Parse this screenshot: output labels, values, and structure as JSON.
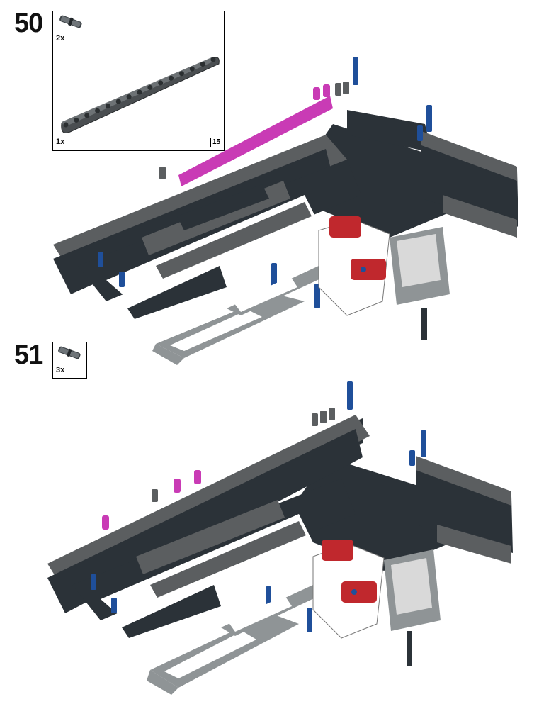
{
  "steps": [
    {
      "number": "50",
      "parts": [
        {
          "icon": "connector-peg-icon",
          "quantity": "2x"
        },
        {
          "icon": "beam-15-icon",
          "quantity": "1x",
          "length": "15"
        }
      ]
    },
    {
      "number": "51",
      "parts": [
        {
          "icon": "connector-peg-icon",
          "quantity": "3x"
        }
      ]
    }
  ],
  "colors": {
    "dark_beam": "#2b3238",
    "gray_beam": "#5b5e60",
    "light_gray": "#8f9496",
    "new_part_magenta": "#c93bb5",
    "blue_pin": "#1f4f9a",
    "red_part": "#c0282d",
    "motor_white": "#e8e8e8"
  }
}
